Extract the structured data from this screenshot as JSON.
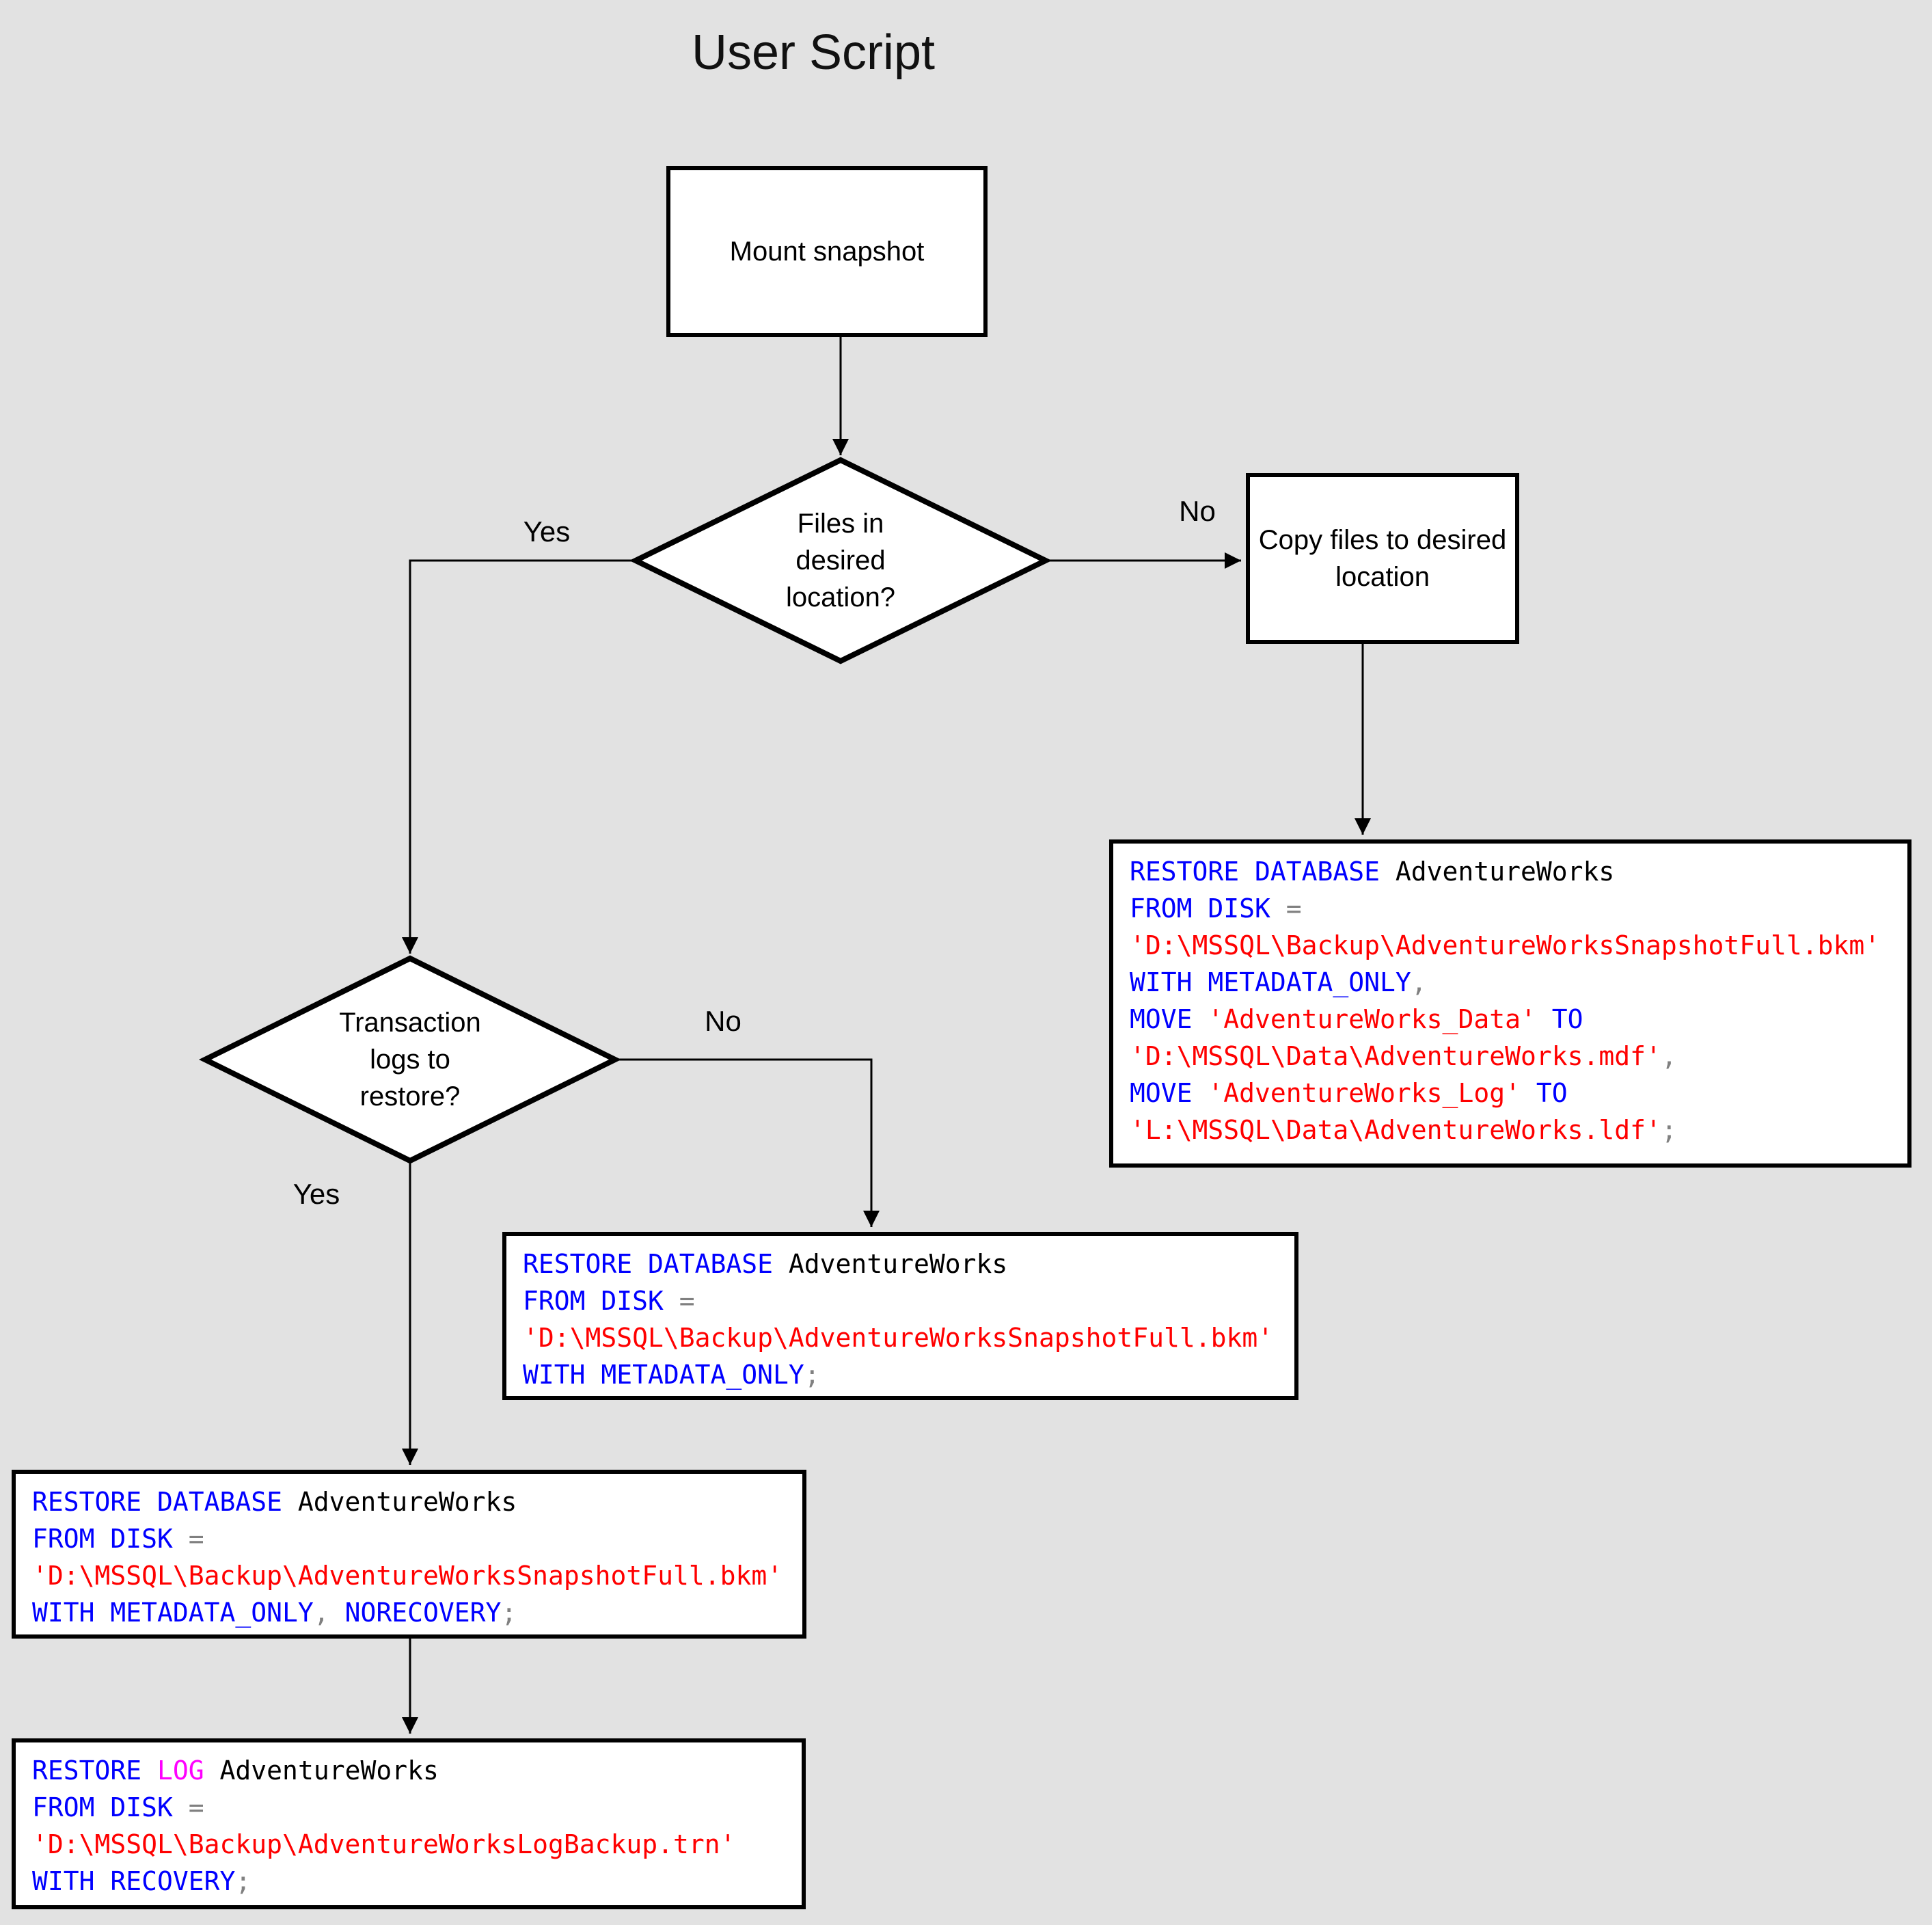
{
  "title": "User Script",
  "colors": {
    "keyword": "#0000ff",
    "identifier": "#000000",
    "string": "#ff0000",
    "operator": "#808080",
    "log": "#ff00ff",
    "node_border": "#000000",
    "background": "#e2e2e2"
  },
  "nodes": {
    "mount": {
      "lines": [
        "Mount snapshot"
      ]
    },
    "files_decision": {
      "lines": [
        "Files in",
        "desired",
        "location?"
      ]
    },
    "copy": {
      "lines": [
        "Copy files to desired",
        "location"
      ]
    },
    "logs_decision": {
      "lines": [
        "Transaction",
        "logs to",
        "restore?"
      ]
    }
  },
  "edge_labels": {
    "files_yes": "Yes",
    "files_no": "No",
    "logs_yes": "Yes",
    "logs_no": "No"
  },
  "code_boxes": {
    "copy_restore": {
      "lines": [
        [
          {
            "t": "RESTORE DATABASE",
            "c": "keyword"
          },
          {
            "t": " AdventureWorks",
            "c": "identifier"
          }
        ],
        [
          {
            "t": "FROM DISK ",
            "c": "keyword"
          },
          {
            "t": "=",
            "c": "operator"
          }
        ],
        [
          {
            "t": "'D:\\MSSQL\\Backup\\AdventureWorksSnapshotFull.bkm'",
            "c": "string"
          }
        ],
        [
          {
            "t": "WITH METADATA_ONLY",
            "c": "keyword"
          },
          {
            "t": ",",
            "c": "operator"
          }
        ],
        [
          {
            "t": "MOVE ",
            "c": "keyword"
          },
          {
            "t": "'AdventureWorks_Data'",
            "c": "string"
          },
          {
            "t": " TO",
            "c": "keyword"
          }
        ],
        [
          {
            "t": "'D:\\MSSQL\\Data\\AdventureWorks.mdf'",
            "c": "string"
          },
          {
            "t": ",",
            "c": "operator"
          }
        ],
        [
          {
            "t": "MOVE ",
            "c": "keyword"
          },
          {
            "t": "'AdventureWorks_Log'",
            "c": "string"
          },
          {
            "t": " TO",
            "c": "keyword"
          }
        ],
        [
          {
            "t": "'L:\\MSSQL\\Data\\AdventureWorks.ldf'",
            "c": "string"
          },
          {
            "t": ";",
            "c": "operator"
          }
        ]
      ]
    },
    "no_logs_restore": {
      "lines": [
        [
          {
            "t": "RESTORE DATABASE",
            "c": "keyword"
          },
          {
            "t": " AdventureWorks",
            "c": "identifier"
          }
        ],
        [
          {
            "t": "FROM DISK ",
            "c": "keyword"
          },
          {
            "t": "=",
            "c": "operator"
          }
        ],
        [
          {
            "t": "'D:\\MSSQL\\Backup\\AdventureWorksSnapshotFull.bkm'",
            "c": "string"
          }
        ],
        [
          {
            "t": "WITH METADATA_ONLY",
            "c": "keyword"
          },
          {
            "t": ";",
            "c": "operator"
          }
        ]
      ]
    },
    "logs_restore_norecovery": {
      "lines": [
        [
          {
            "t": "RESTORE DATABASE",
            "c": "keyword"
          },
          {
            "t": " AdventureWorks",
            "c": "identifier"
          }
        ],
        [
          {
            "t": "FROM DISK ",
            "c": "keyword"
          },
          {
            "t": "=",
            "c": "operator"
          }
        ],
        [
          {
            "t": "'D:\\MSSQL\\Backup\\AdventureWorksSnapshotFull.bkm'",
            "c": "string"
          }
        ],
        [
          {
            "t": "WITH METADATA_ONLY",
            "c": "keyword"
          },
          {
            "t": ",",
            "c": "operator"
          },
          {
            "t": " NORECOVERY",
            "c": "keyword"
          },
          {
            "t": ";",
            "c": "operator"
          }
        ]
      ]
    },
    "restore_log": {
      "lines": [
        [
          {
            "t": "RESTORE ",
            "c": "keyword"
          },
          {
            "t": "LOG",
            "c": "log"
          },
          {
            "t": " AdventureWorks",
            "c": "identifier"
          }
        ],
        [
          {
            "t": "FROM DISK ",
            "c": "keyword"
          },
          {
            "t": "=",
            "c": "operator"
          }
        ],
        [
          {
            "t": "'D:\\MSSQL\\Backup\\AdventureWorksLogBackup.trn'",
            "c": "string"
          }
        ],
        [
          {
            "t": "WITH RECOVERY",
            "c": "keyword"
          },
          {
            "t": ";",
            "c": "operator"
          }
        ]
      ]
    }
  }
}
